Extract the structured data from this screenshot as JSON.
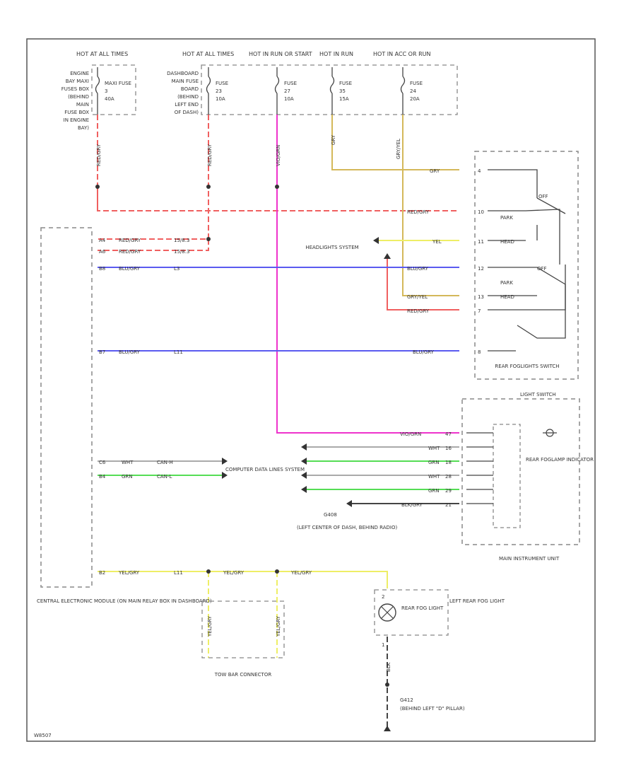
{
  "fuses": {
    "f1": {
      "hot": "HOT AT ALL TIMES",
      "name": "MAXI FUSE",
      "num": "3",
      "amp": "40A"
    },
    "f2": {
      "hot": "HOT AT ALL TIMES",
      "name": "FUSE",
      "num": "23",
      "amp": "10A"
    },
    "f3": {
      "hot": "HOT IN RUN OR START",
      "name": "FUSE",
      "num": "27",
      "amp": "10A"
    },
    "f4": {
      "hot": "HOT IN RUN",
      "name": "FUSE",
      "num": "35",
      "amp": "15A"
    },
    "f5": {
      "hot": "HOT IN ACC OR RUN",
      "name": "FUSE",
      "num": "24",
      "amp": "20A"
    },
    "loc1": [
      "ENGINE",
      "BAY MAXI",
      "FUSES BOX",
      "(BEHIND",
      "MAIN",
      "FUSE BOX",
      "IN ENGINE",
      "BAY)"
    ],
    "loc2": [
      "DASHBOARD",
      "MAIN FUSE",
      "BOARD",
      "(BEHIND",
      "LEFT END",
      "OF DASH)"
    ]
  },
  "wires": {
    "red_vert": "RED/GRY",
    "pink_vert": "VIO/GRN",
    "gry_vert": "GRY",
    "gry_yel_vert": "GRY/YEL",
    "gry_sw": "GRY",
    "red_sw": "RED/GRY",
    "yel_sw": "YEL",
    "blu_sw": "BLU/GRY",
    "gry_yel_sw": "GRY/YEL",
    "red_sw2": "RED/GRY",
    "blu_sw2": "BLU/GRY",
    "pink_ipc": "VIO/GRN",
    "wht1": "WHT",
    "grn1": "GRN",
    "wht2": "WHT",
    "grn2": "GRN",
    "blk": "BLK/GRY",
    "cem_1": "RED/GRY",
    "cem_1c": "15/8.3",
    "cem_2": "RED/GRY",
    "cem_2c": "15/8.3",
    "cem_3": "BLU/GRY",
    "cem_3c": "L3",
    "cem_4": "BLU/GRY",
    "cem_4c": "L11",
    "cem_5": "WHT",
    "cem_5c": "CAN-H",
    "cem_6": "GRN",
    "cem_6c": "CAN-L",
    "cem_7": "YEL/GRY",
    "cem_7c": "L11",
    "yel_mid1": "YEL/GRY",
    "yel_mid2": "YEL/GRY",
    "yel_v1": "YEL/GRY",
    "yel_v2": "YEL/GRY",
    "blk_v": "BLK"
  },
  "cem_pins": [
    "A4",
    "A6",
    "B8",
    "B7",
    "C6",
    "B4",
    "B2"
  ],
  "switch": {
    "title": "REAR FOGLIGHTS SWITCH",
    "pins": [
      "4",
      "10",
      "11",
      "12",
      "13",
      "7",
      "8"
    ],
    "pos": {
      "off1": "OFF",
      "park1": "PARK",
      "head1": "HEAD",
      "off2": "OFF",
      "park2": "PARK",
      "head2": "HEAD"
    }
  },
  "headlights": "HEADLIGHTS SYSTEM",
  "computer": "COMPUTER DATA LINES SYSTEM",
  "g": {
    "id": "G408",
    "desc": "(LEFT CENTER OF DASH, BEHIND RADIO)"
  },
  "ipc": {
    "title": "LIGHT SWITCH",
    "pins": [
      "47",
      "16",
      "18",
      "28",
      "29",
      "21"
    ],
    "indicator": "REAR FOGLAMP INDICATOR",
    "name": "MAIN INSTRUMENT UNIT"
  },
  "cem": {
    "name": "CENTRAL ELECTRONIC MODULE (ON MAIN RELAY BOX IN DASHBOARD)"
  },
  "tow": "TOW BAR CONNECTOR",
  "lamp": {
    "label": "REAR FOG LIGHT",
    "name": "LEFT REAR FOG LIGHT",
    "pin1": "2",
    "pin2": "1"
  },
  "ground": {
    "id": "G412",
    "desc": "(BEHIND LEFT \"D\" PILLAR)"
  },
  "footer": "W8507",
  "colors": {
    "red": "#f06060",
    "pink": "#ee33cc",
    "blue": "#5a5af0",
    "gry_yel": "#d4b85a",
    "yel": "#eeee66",
    "green": "#55dd55",
    "gray": "#aaaaaa",
    "dark": "#444444"
  }
}
